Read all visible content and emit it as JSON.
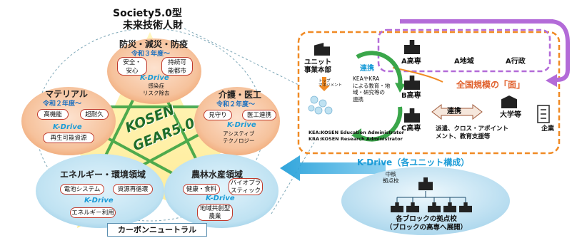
{
  "title": {
    "line1": "Society5.0型",
    "line2": "未来技術人財"
  },
  "center_badge": {
    "line1": "KOSEN",
    "line2": "GEAR5.0"
  },
  "kdrive": "K-Drive",
  "fields": {
    "disaster": {
      "title": "防災・減災・防疫",
      "year": "令和３年度〜",
      "items": [
        "安全・\n安心",
        "持続可\n能都市",
        "感染症\nリスク除去"
      ]
    },
    "material": {
      "title": "マテリアル",
      "year": "令和２年度〜",
      "items": [
        "高機能",
        "超耐久",
        "再生可能資源"
      ]
    },
    "care": {
      "title": "介護・医工",
      "year": "令和２年度〜",
      "items": [
        "見守り",
        "医工連携",
        "アシスティブ\nテクノロジー"
      ]
    },
    "energy": {
      "title": "エネルギー・環境領域",
      "items": [
        "電池システム",
        "資源再循環",
        "エネルギー利用"
      ]
    },
    "agri": {
      "title": "農林水産領域",
      "items": [
        "健康・食料",
        "バイオプラ\nスティック",
        "地域共創型\n農業"
      ]
    }
  },
  "bottom_label": "カーボンニュートラル",
  "unit": {
    "hq": "ユニット\n事業本部",
    "mgmt": "トップ\nマネジメント",
    "renkei": "連携",
    "kea_text": "KEAやKRA\nによる教育・地\n域・研究等の\n連携",
    "schools": [
      "A高専",
      "B高専",
      "C高専"
    ]
  },
  "region": {
    "a_chiiki": "A地域",
    "a_gyosei": "A行政"
  },
  "national": {
    "title": "全国規模の「面」",
    "renkei": "連携",
    "univ": "大学等",
    "company": "企業",
    "text": "派遣、クロス・アポイント\nメント、教育支援等"
  },
  "abbrev": [
    "KEA:KOSEN Education Administrator",
    "KRA:KOSEN Research Administrator"
  ],
  "unit_config": {
    "title": "K-Drive（各ユニット構成）",
    "core": "中核\n拠点校",
    "bottom": "各ブロックの拠点校\n（ブロックの高専へ展開）"
  },
  "colors": {
    "orange": "#f08a24",
    "purple": "#b36bd8",
    "peach": "#f7c7a5",
    "cyan": "#1a9bd7",
    "lightblue": "#c9e6f5"
  }
}
